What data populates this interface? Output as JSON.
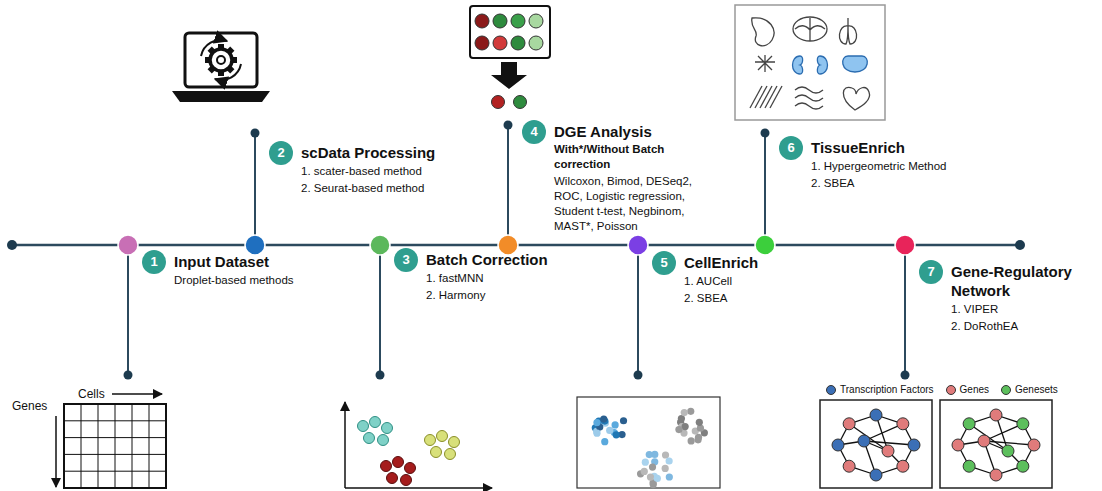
{
  "diagram": {
    "nodes": [
      {
        "text": [
          "1",
          "Input Dataset",
          "Droplet-based methods"
        ]
      },
      {
        "text": [
          "2",
          "scData Processing",
          "1. scater-based method",
          "2. Seurat-based method"
        ]
      },
      {
        "text": [
          "3",
          "Batch Correction",
          "1. fastMNN",
          "2. Harmony"
        ]
      },
      {
        "text": [
          "4",
          "DGE Analysis",
          "With*/Without Batch correction",
          "Wilcoxon, Bimod, DESeq2, ROC, Logistic regression, Student t-test, Negbinom, MAST*, Poisson"
        ]
      },
      {
        "text": [
          "5",
          "CellEnrich",
          "1. AUCell",
          "2. SBEA"
        ]
      },
      {
        "text": [
          "6",
          "TissueEnrich",
          "1. Hypergeometric Method",
          "2. SBEA"
        ]
      },
      {
        "text": [
          "7",
          "Gene-Regulatory Network",
          "1. VIPER",
          "2. DoRothEA"
        ]
      }
    ],
    "labels": [
      "Cells",
      "Genes"
    ],
    "legend": [
      {
        "text": "Transcription Factors",
        "color": "#3b6fb6"
      },
      {
        "text": "Genes",
        "color": "#e07b7b"
      },
      {
        "text": "Genesets",
        "color": "#5cbf5c"
      }
    ]
  }
}
